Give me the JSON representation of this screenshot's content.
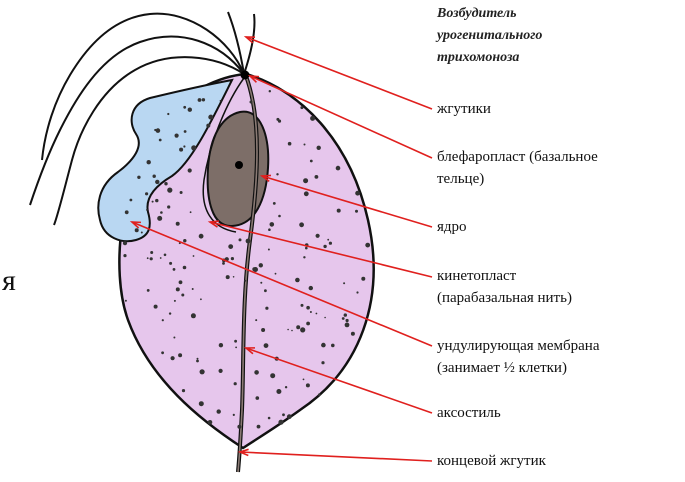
{
  "diagram": {
    "title_lines": [
      "Возбудитель",
      "урогенитального",
      "трихомоноза"
    ],
    "labels": [
      {
        "id": "flagella",
        "lines": [
          "жгутики"
        ]
      },
      {
        "id": "blepharoplast",
        "lines": [
          "блефаропласт (базальное",
          "тельце)"
        ]
      },
      {
        "id": "nucleus",
        "lines": [
          "ядро"
        ]
      },
      {
        "id": "kinetoplast",
        "lines": [
          "кинетопласт",
          "(парабазальная нить)"
        ]
      },
      {
        "id": "undulating-membrane",
        "lines": [
          "ундулирующая мембрана",
          "(занимает ½ клетки)"
        ]
      },
      {
        "id": "axostyle",
        "lines": [
          "аксостиль"
        ]
      },
      {
        "id": "terminal-flagellum",
        "lines": [
          "концевой жгутик"
        ]
      }
    ],
    "stray_letter": "я",
    "colors": {
      "cell_fill": "#e6c6ec",
      "membrane_fill": "#b9d7f2",
      "nucleus_fill": "#7d6e68",
      "pointer_line": "#e0201e",
      "outline": "#111111"
    }
  }
}
